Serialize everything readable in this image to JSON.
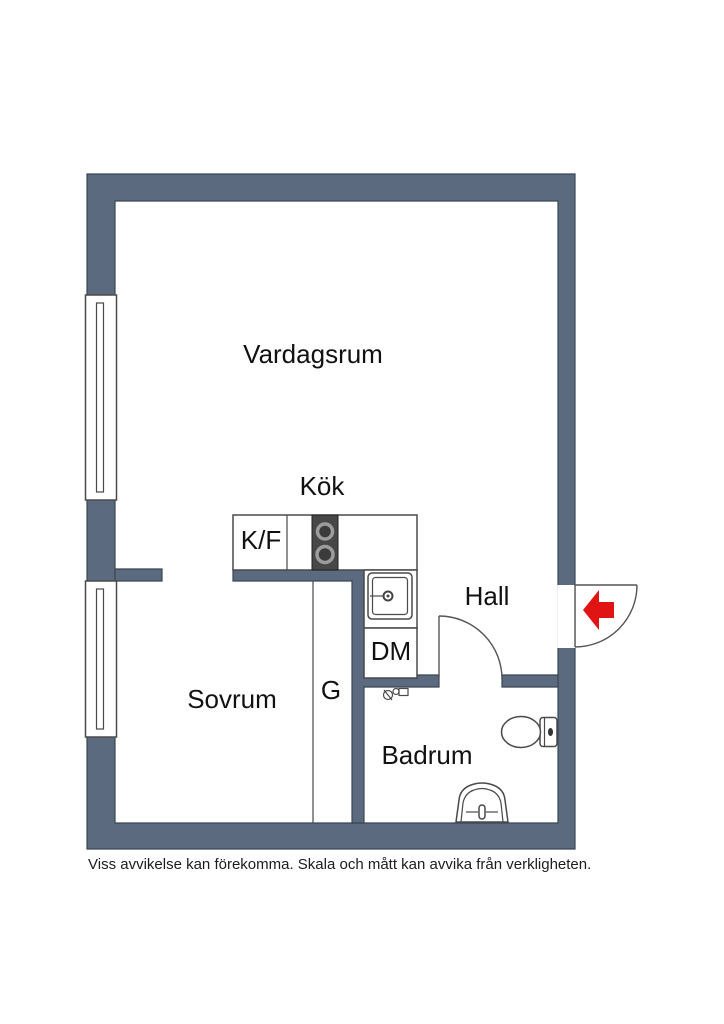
{
  "plan": {
    "rooms": {
      "living": "Vardagsrum",
      "kitchen": "Kök",
      "hall": "Hall",
      "bedroom": "Sovrum",
      "bathroom": "Badrum"
    },
    "units": {
      "fridge_freezer": "K/F",
      "dishwasher": "DM",
      "wardrobe": "G"
    },
    "disclaimer": "Viss avvikelse kan förekomma. Skala och mått kan avvika från verkligheten.",
    "colors": {
      "wall": "#5b6a7e",
      "stove": "#474747",
      "entrance_arrow": "#e11414"
    }
  }
}
